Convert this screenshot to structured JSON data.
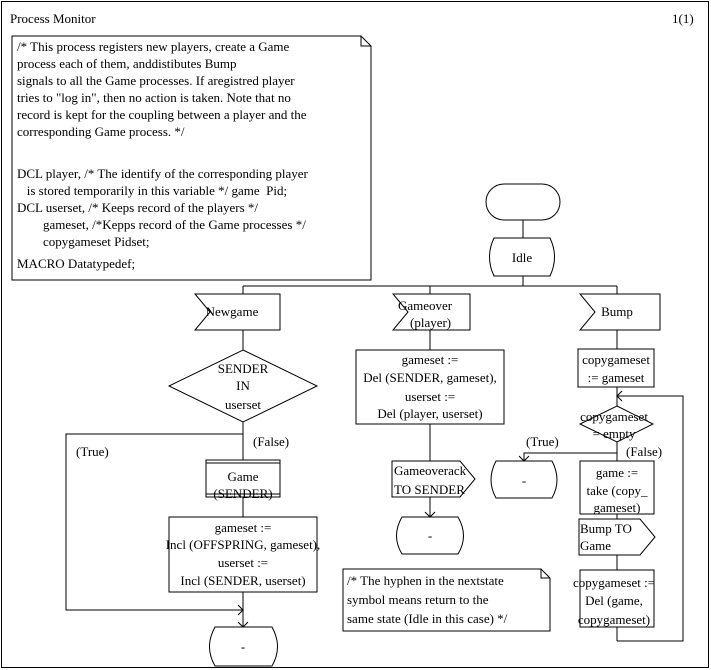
{
  "page": {
    "title": "Process Monitor",
    "page_number": "1(1)"
  },
  "comments": {
    "top": [
      "/* This process registers new players, create a Game",
      "process each of them, anddistibutes  Bump",
      "signals to all the Game processes. If aregistred player",
      "tries to \"log in\", then no action is taken. Note that no",
      "record is kept for the coupling between a player and the",
      "corresponding Game process. */",
      "",
      "DCL player, /* The identify of the corresponding player",
      "   is stored temporarily in this variable */ game  Pid;",
      "DCL userset, /* Keeps record of the players */",
      "        gameset, /*Kepps record of the Game processes */",
      "        copygameset Pidset;",
      "MACRO Datatypedef;"
    ],
    "bottom": [
      "/* The hyphen in the nextstate",
      "symbol means return to the",
      "same state (Idle in this case) */"
    ]
  },
  "states": {
    "idle": "Idle",
    "dash": "-"
  },
  "newgame": {
    "input": "Newgame",
    "decision": [
      "SENDER",
      "IN",
      "userset"
    ],
    "true_label": "(True)",
    "false_label": "(False)",
    "create": [
      "Game",
      "(SENDER)"
    ],
    "task": [
      "gameset :=",
      "Incl (OFFSPRING, gameset),",
      "userset :=",
      "Incl (SENDER, userset)"
    ]
  },
  "gameover": {
    "input": [
      "Gameover",
      "(player)"
    ],
    "task": [
      "gameset :=",
      "Del (SENDER, gameset),",
      "userset :=",
      "Del (player, userset)"
    ],
    "output": [
      "Gameoverack",
      "TO SENDER"
    ]
  },
  "bump": {
    "input": "Bump",
    "task1": [
      "copygameset",
      ":= gameset"
    ],
    "decision": [
      "copygameset",
      "= empty"
    ],
    "true_label": "(True)",
    "false_label": "(False)",
    "task2": [
      "game :=",
      "take (copy_",
      "gameset)"
    ],
    "output": [
      "Bump TO",
      "Game"
    ],
    "task3": [
      "copygameset :=",
      "Del (game,",
      "copygameset)"
    ]
  }
}
